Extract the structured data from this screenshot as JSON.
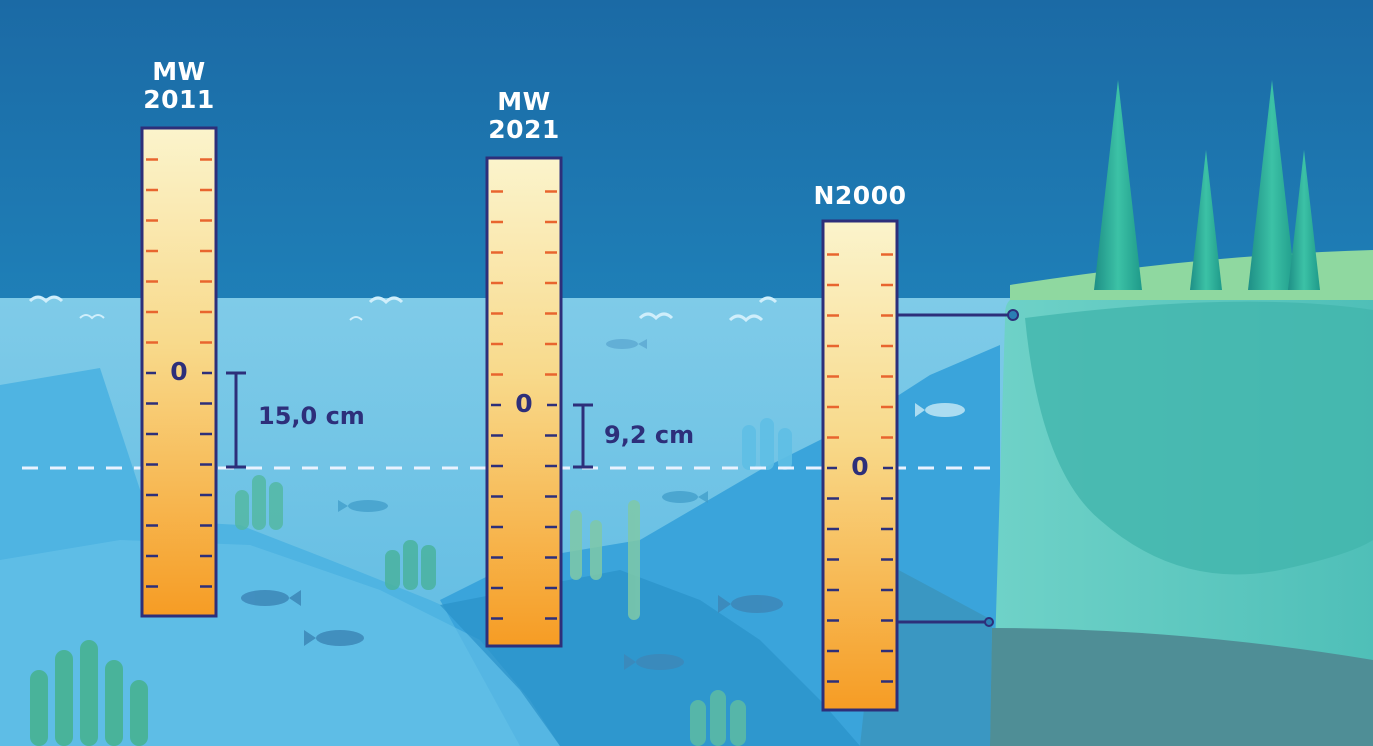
{
  "colors": {
    "sky_top": "#1b6aa5",
    "sky_bottom": "#2a93c8",
    "water_light": "#79c8e8",
    "water_deep": "#3aa8dc",
    "gauge_top": "#fbf3c8",
    "gauge_bottom": "#f6a02a",
    "gauge_border": "#2d2f7a",
    "tick": "#e8652e",
    "dash": "#e9f2ff",
    "island": "#55c7c2",
    "island_top": "#8cd9a5",
    "tree": "#2aa898"
  },
  "gauges": [
    {
      "id": "mw2011",
      "label_lines": [
        "MW",
        "2011"
      ],
      "zero_label": "0"
    },
    {
      "id": "mw2021",
      "label_lines": [
        "MW",
        "2021"
      ],
      "zero_label": "0"
    },
    {
      "id": "n2000",
      "label_lines": [
        "N2000"
      ],
      "zero_label": "0"
    }
  ],
  "measurements": [
    {
      "id": "diff-2011",
      "text": "15,0 cm",
      "value_cm": 15.0
    },
    {
      "id": "diff-2021",
      "text": "9,2 cm",
      "value_cm": 9.2
    }
  ]
}
